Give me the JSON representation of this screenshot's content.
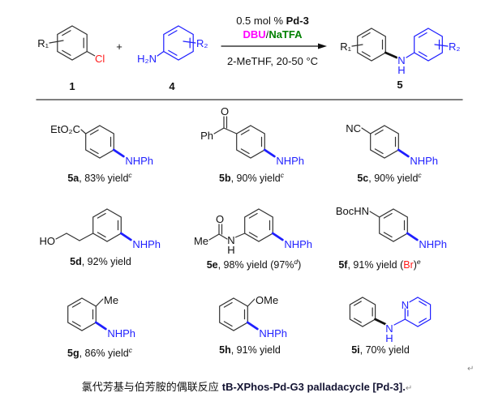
{
  "scheme": {
    "reactant1": {
      "substituent": "R₁",
      "leaving_group": "Cl",
      "label": "1"
    },
    "plus": "+",
    "reactant2": {
      "amine": "H₂N",
      "substituent": "R₂",
      "label": "4"
    },
    "conditions": {
      "catalyst_prefix": "0.5 mol % ",
      "catalyst": "Pd-3",
      "base": "DBU",
      "separator": "/",
      "additive": "NaTFA",
      "solvent_temp": "2-MeTHF, 20-50 °C"
    },
    "product": {
      "substituent1": "R₁",
      "nh_n": "N",
      "nh_h": "H",
      "substituent2": "R₂",
      "label": "5"
    }
  },
  "compounds": [
    {
      "id": "5a",
      "groups": {
        "substituent": "EtO₂C",
        "amine": "NHPh"
      },
      "label": [
        {
          "t": "5a",
          "style": "bold"
        },
        {
          "t": ", 83% yield"
        },
        {
          "t": "c",
          "style": "sup"
        }
      ]
    },
    {
      "id": "5b",
      "groups": {
        "carbonyl_o": "O",
        "substituent": "Ph",
        "amine": "NHPh"
      },
      "label": [
        {
          "t": "5b",
          "style": "bold"
        },
        {
          "t": ", 90% yield"
        },
        {
          "t": "c",
          "style": "sup"
        }
      ]
    },
    {
      "id": "5c",
      "groups": {
        "substituent": "NC",
        "amine": "NHPh"
      },
      "label": [
        {
          "t": "5c",
          "style": "bold"
        },
        {
          "t": ", 90% yield"
        },
        {
          "t": "c",
          "style": "sup"
        }
      ]
    },
    {
      "id": "5d",
      "groups": {
        "substituent": "HO",
        "amine": "NHPh"
      },
      "label": [
        {
          "t": "5d",
          "style": "bold"
        },
        {
          "t": ", 92% yield"
        }
      ]
    },
    {
      "id": "5e",
      "groups": {
        "carbonyl_o": "O",
        "methyl": "Me",
        "amide_n": "N",
        "amide_h": "H",
        "amine": "NHPh"
      },
      "label": [
        {
          "t": "5e",
          "style": "bold"
        },
        {
          "t": ", 98% yield (97%"
        },
        {
          "t": "d",
          "style": "sup"
        },
        {
          "t": ")"
        }
      ]
    },
    {
      "id": "5f",
      "groups": {
        "substituent": "BocHN",
        "amine": "NHPh"
      },
      "label": [
        {
          "t": "5f",
          "style": "bold"
        },
        {
          "t": ", 91% yield ("
        },
        {
          "t": "Br",
          "style": "red"
        },
        {
          "t": ")"
        },
        {
          "t": "e",
          "style": "sup"
        }
      ]
    },
    {
      "id": "5g",
      "groups": {
        "substituent": "Me",
        "amine": "NHPh"
      },
      "label": [
        {
          "t": "5g",
          "style": "bold"
        },
        {
          "t": ", 86% yield"
        },
        {
          "t": "c",
          "style": "sup"
        }
      ]
    },
    {
      "id": "5h",
      "groups": {
        "substituent": "OMe",
        "amine": "NHPh"
      },
      "label": [
        {
          "t": "5h",
          "style": "bold"
        },
        {
          "t": ", 91% yield"
        }
      ]
    },
    {
      "id": "5i",
      "groups": {
        "amine_n": "N",
        "amine_h": "H",
        "pyridine_n": "N"
      },
      "label": [
        {
          "t": "5i",
          "style": "bold"
        },
        {
          "t": ", 70% yield"
        }
      ]
    }
  ],
  "caption": {
    "chinese": "氯代芳基与伯芳胺的偶联反应",
    "english": "tB-XPhos-Pd-G3  palladacycle  [Pd-3].",
    "paragraph_mark": "↵"
  },
  "colors": {
    "ink": "#333333",
    "amine_blue": "#1f1fff",
    "halogen_red": "#ff1a1a",
    "base_magenta": "#ff00ff",
    "additive_green": "#008000"
  }
}
